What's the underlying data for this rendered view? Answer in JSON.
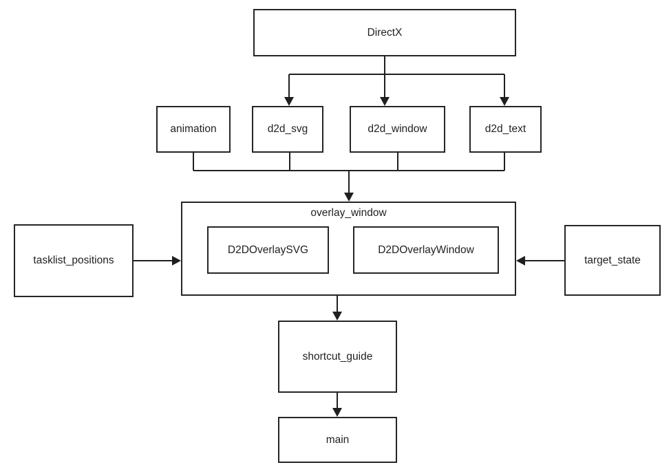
{
  "diagram": {
    "type": "dependency-flowchart",
    "colors": {
      "stroke": "#1f1f1f",
      "text": "#1f1f1f",
      "node_background": "#ffffff",
      "page_background": "#ffffff"
    },
    "nodes": {
      "directx": {
        "label": "DirectX"
      },
      "animation": {
        "label": "animation"
      },
      "d2d_svg": {
        "label": "d2d_svg"
      },
      "d2d_window": {
        "label": "d2d_window"
      },
      "d2d_text": {
        "label": "d2d_text"
      },
      "overlay_window": {
        "label": "overlay_window"
      },
      "d2d_overlay_svg": {
        "label": "D2DOverlaySVG"
      },
      "d2d_overlay_window": {
        "label": "D2DOverlayWindow"
      },
      "tasklist_positions": {
        "label": "tasklist_positions"
      },
      "target_state": {
        "label": "target_state"
      },
      "shortcut_guide": {
        "label": "shortcut_guide"
      },
      "main": {
        "label": "main"
      }
    },
    "edges": [
      {
        "from": "DirectX",
        "to": "d2d_svg"
      },
      {
        "from": "DirectX",
        "to": "d2d_window"
      },
      {
        "from": "DirectX",
        "to": "d2d_text"
      },
      {
        "from": "animation",
        "to": "overlay_window"
      },
      {
        "from": "d2d_svg",
        "to": "overlay_window"
      },
      {
        "from": "d2d_window",
        "to": "overlay_window"
      },
      {
        "from": "d2d_text",
        "to": "overlay_window"
      },
      {
        "from": "tasklist_positions",
        "to": "overlay_window"
      },
      {
        "from": "target_state",
        "to": "overlay_window"
      },
      {
        "from": "overlay_window",
        "to": "shortcut_guide"
      },
      {
        "from": "shortcut_guide",
        "to": "main"
      }
    ]
  }
}
